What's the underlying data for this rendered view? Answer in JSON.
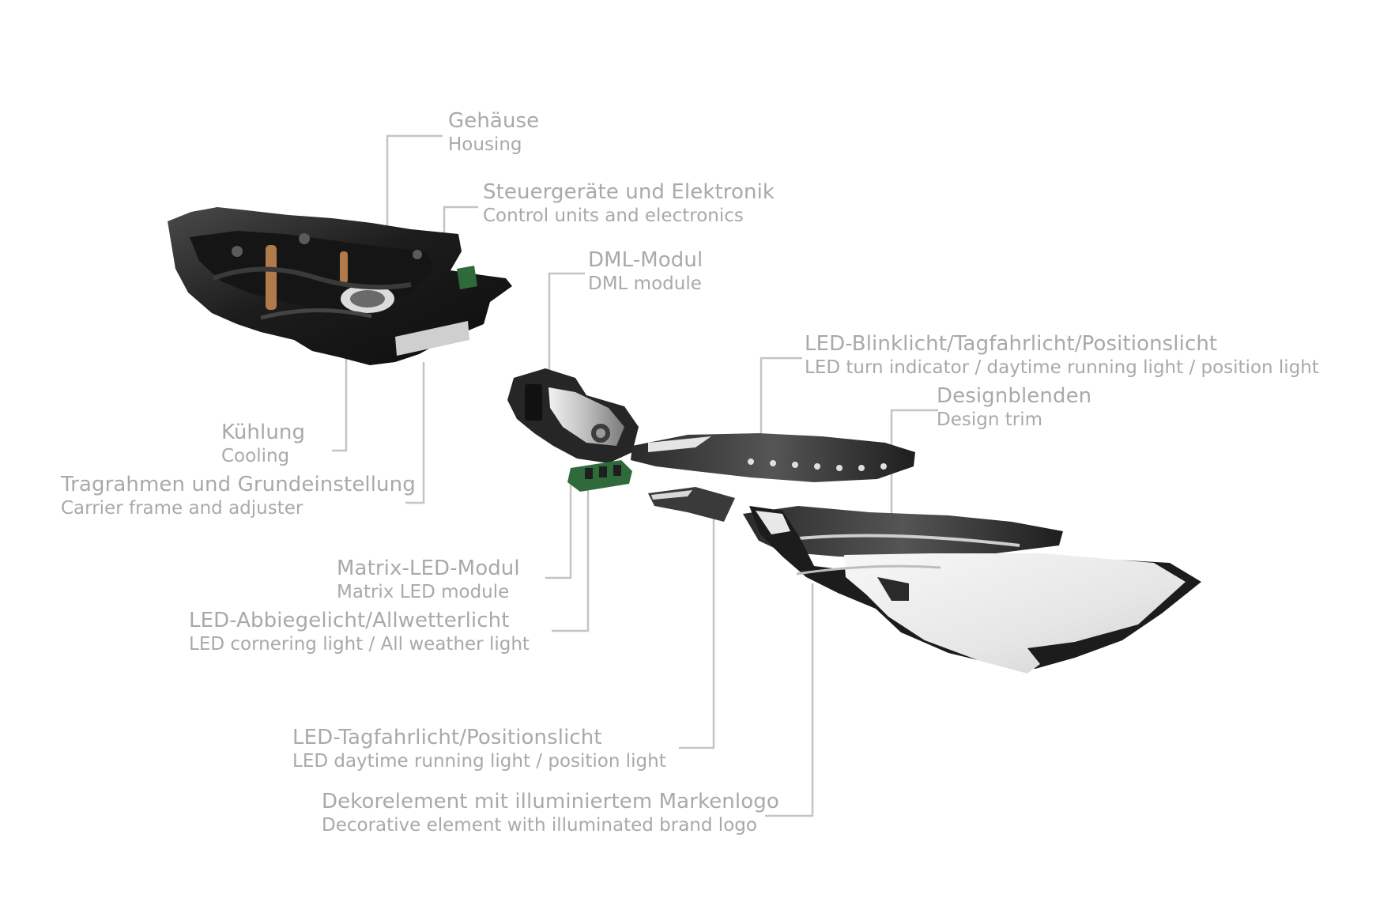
{
  "colors": {
    "background": "#ffffff",
    "label_text": "#a9a9a9",
    "leader_line": "#c4c4c4",
    "parts_dark": "#1b1b1b",
    "parts_mid": "#3c3c3c",
    "parts_light": "#d8d8d8",
    "electronics_green": "#2f6b3a",
    "lens": "#eeeeee"
  },
  "labels": {
    "housing": {
      "de": "Gehäuse",
      "en": "Housing"
    },
    "control_units": {
      "de": "Steuergeräte und Elektronik",
      "en": "Control units and electronics"
    },
    "dml_module": {
      "de": "DML-Modul",
      "en": "DML module"
    },
    "led_turn_indicator": {
      "de": "LED-Blinklicht/Tagfahrlicht/Positionslicht",
      "en": "LED turn indicator / daytime running light / position light"
    },
    "design_trim": {
      "de": "Designblenden",
      "en": "Design trim"
    },
    "cooling": {
      "de": "Kühlung",
      "en": "Cooling"
    },
    "carrier_frame": {
      "de": "Tragrahmen und Grundeinstellung",
      "en": "Carrier frame and adjuster"
    },
    "matrix_led": {
      "de": "Matrix-LED-Modul",
      "en": "Matrix LED module"
    },
    "cornering_light": {
      "de": "LED-Abbiegelicht/Allwetterlicht",
      "en": "LED cornering light / All weather light"
    },
    "drl_position": {
      "de": "LED-Tagfahrlicht/Positionslicht",
      "en": "LED daytime running light / position light"
    },
    "decorative_logo": {
      "de": "Dekorelement mit illuminiertem Markenlogo",
      "en": "Decorative element with illuminated brand logo"
    }
  },
  "parts": [
    "headlight-housing",
    "dml-module",
    "matrix-led-module",
    "led-turn-indicator-strip",
    "design-trim",
    "drl-light-guide",
    "front-lens"
  ]
}
